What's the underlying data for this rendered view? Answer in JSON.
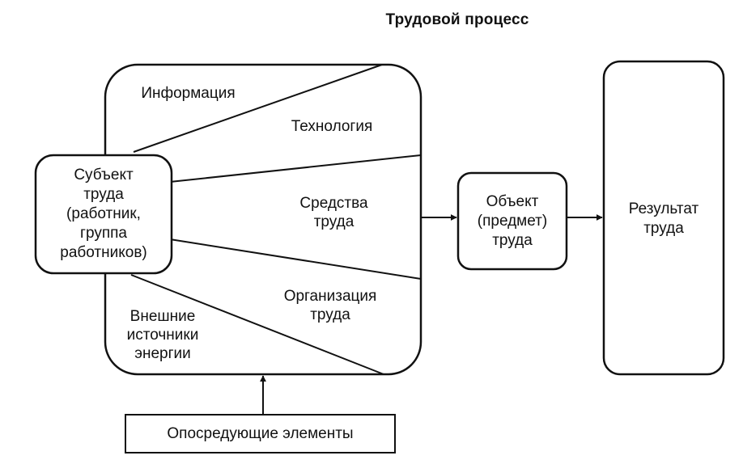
{
  "title": "Трудовой процесс",
  "process": {
    "information": "Информация",
    "technology": "Технология",
    "means_line1": "Средства",
    "means_line2": "труда",
    "organization_line1": "Организация",
    "organization_line2": "труда",
    "energy_line1": "Внешние",
    "energy_line2": "источники",
    "energy_line3": "энергии"
  },
  "subject": {
    "line1": "Субъект",
    "line2": "труда",
    "line3": "(работник,",
    "line4": "группа",
    "line5": "работников)"
  },
  "object": {
    "line1": "Объект",
    "line2": "(предмет)",
    "line3": "труда"
  },
  "result": {
    "line1": "Результат",
    "line2": "труда"
  },
  "mediating": "Опосредующие элементы"
}
